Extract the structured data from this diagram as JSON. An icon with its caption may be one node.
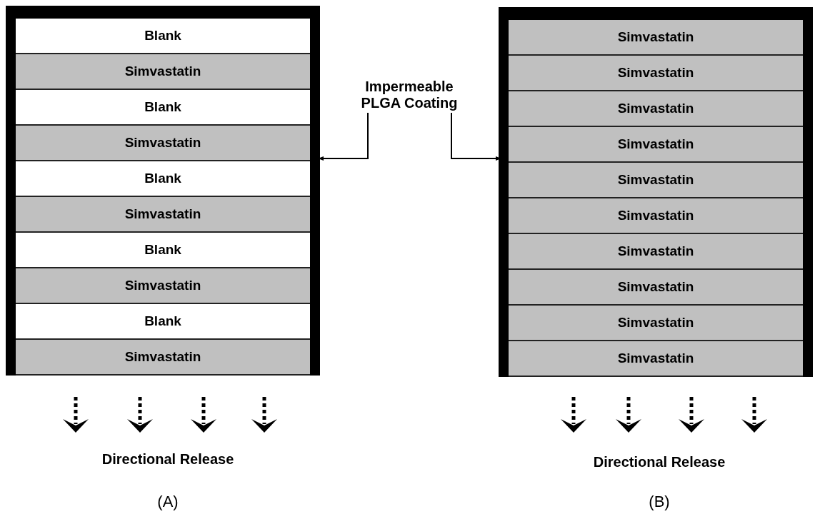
{
  "diagram": {
    "nodes": [
      {
        "text": [],
        "shape": "box"
      },
      {
        "text": [
          "Blank"
        ],
        "in": 0
      },
      {
        "text": [
          "Simvastatin"
        ],
        "in": 0
      },
      {
        "text": [
          "Blank"
        ],
        "in": 0
      },
      {
        "text": [
          "Simvastatin"
        ],
        "in": 0
      },
      {
        "text": [
          "Blank"
        ],
        "in": 0
      },
      {
        "text": [
          "Simvastatin"
        ],
        "in": 0
      },
      {
        "text": [
          "Blank"
        ],
        "in": 0
      },
      {
        "text": [
          "Simvastatin"
        ],
        "in": 0
      },
      {
        "text": [
          "Blank"
        ],
        "in": 0
      },
      {
        "text": [
          "Simvastatin"
        ],
        "in": 0
      },
      {
        "text": [],
        "shape": "box"
      },
      {
        "text": [
          "Simvastatin"
        ],
        "in": 11
      },
      {
        "text": [
          "Simvastatin"
        ],
        "in": 11
      },
      {
        "text": [
          "Simvastatin"
        ],
        "in": 11
      },
      {
        "text": [
          "Simvastatin"
        ],
        "in": 11
      },
      {
        "text": [
          "Simvastatin"
        ],
        "in": 11
      },
      {
        "text": [
          "Simvastatin"
        ],
        "in": 11
      },
      {
        "text": [
          "Simvastatin"
        ],
        "in": 11
      },
      {
        "text": [
          "Simvastatin"
        ],
        "in": 11
      },
      {
        "text": [
          "Simvastatin"
        ],
        "in": 11
      },
      {
        "text": [
          "Simvastatin"
        ],
        "in": 11
      },
      {
        "text": [
          "Impermeable PLGA Coating"
        ]
      }
    ],
    "edges": [
      {
        "from": 22,
        "to": 0,
        "arrow": "to"
      },
      {
        "from": 22,
        "to": 11,
        "arrow": "to"
      }
    ],
    "labels": [
      "Directional Release",
      "Directional Release",
      "(A)",
      "(B)"
    ]
  }
}
